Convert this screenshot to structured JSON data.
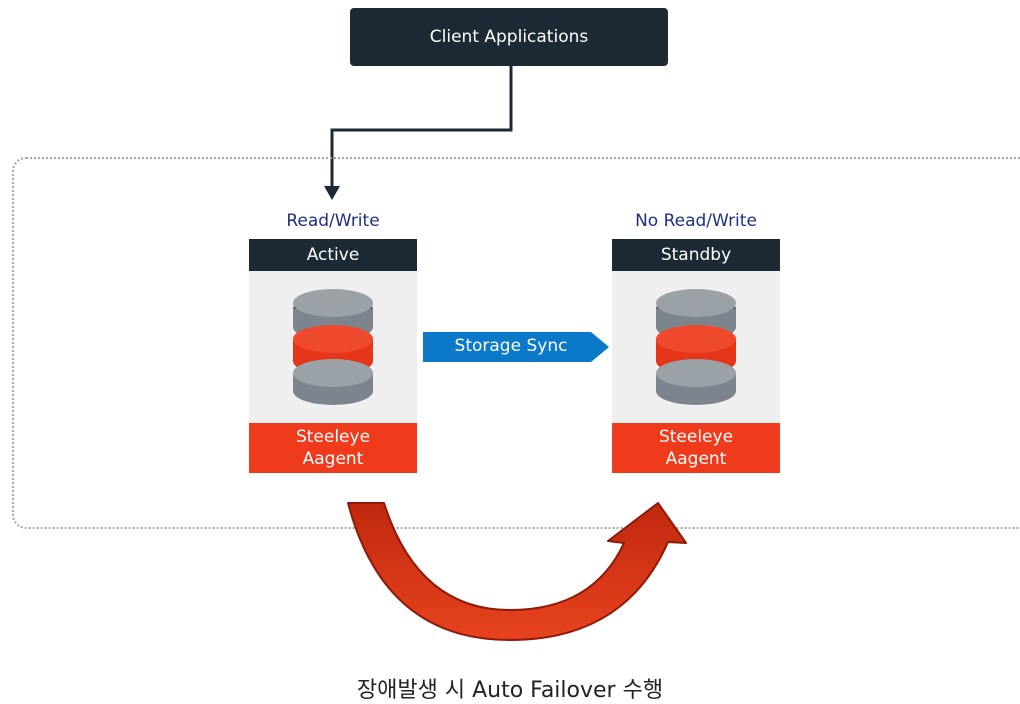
{
  "client": {
    "label": "Client Applications"
  },
  "active": {
    "role": "Read/Write",
    "title": "Active",
    "agent_line1": "Steeleye",
    "agent_line2": "Aagent"
  },
  "standby": {
    "role": "No Read/Write",
    "title": "Standby",
    "agent_line1": "Steeleye",
    "agent_line2": "Aagent"
  },
  "sync": {
    "label": "Storage Sync"
  },
  "caption": "장애발생 시 Auto Failover 수행",
  "colors": {
    "dark": "#1b2a35",
    "accent_red": "#f03a1c",
    "sync_blue": "#0b78c8",
    "role_text": "#1f3080"
  }
}
